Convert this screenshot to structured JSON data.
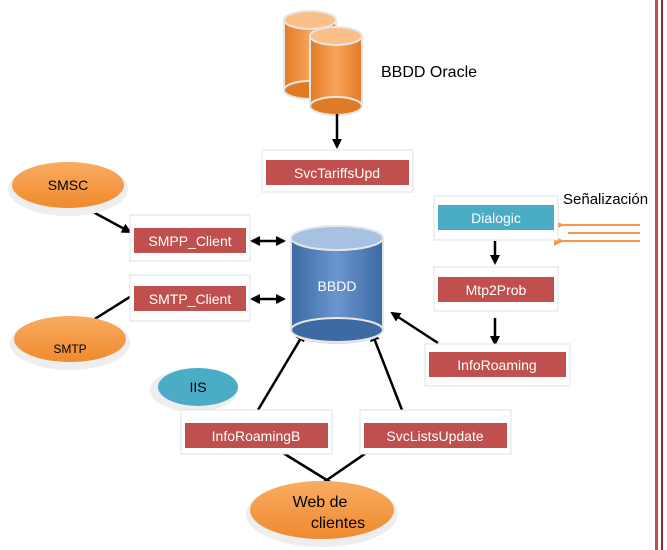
{
  "nodes": {
    "bbdd_oracle": "BBDD Oracle",
    "svc_tariffs_upd": "SvcTariffsUpd",
    "smsc": "SMSC",
    "smpp_client": "SMPP_Client",
    "bbdd": "BBDD",
    "smtp_client": "SMTP_Client",
    "smtp": "SMTP",
    "senalizacion": "Señalización",
    "dialogic": "Dialogic",
    "mtp2prob": "Mtp2Prob",
    "info_roaming": "InfoRoaming",
    "iis": "IIS",
    "info_roaming_b": "InfoRoamingB",
    "svc_lists_update": "SvcListsUpdate",
    "web_clientes_line1": "Web de",
    "web_clientes_line2": "clientes"
  },
  "colors": {
    "process_fill": "#c0504d",
    "dialogic_fill": "#4bacc6",
    "oval_fill": "#f79646",
    "db_blue": "#4f81bd",
    "db_orange": "#f79646",
    "frame_red": "#c0504d"
  }
}
